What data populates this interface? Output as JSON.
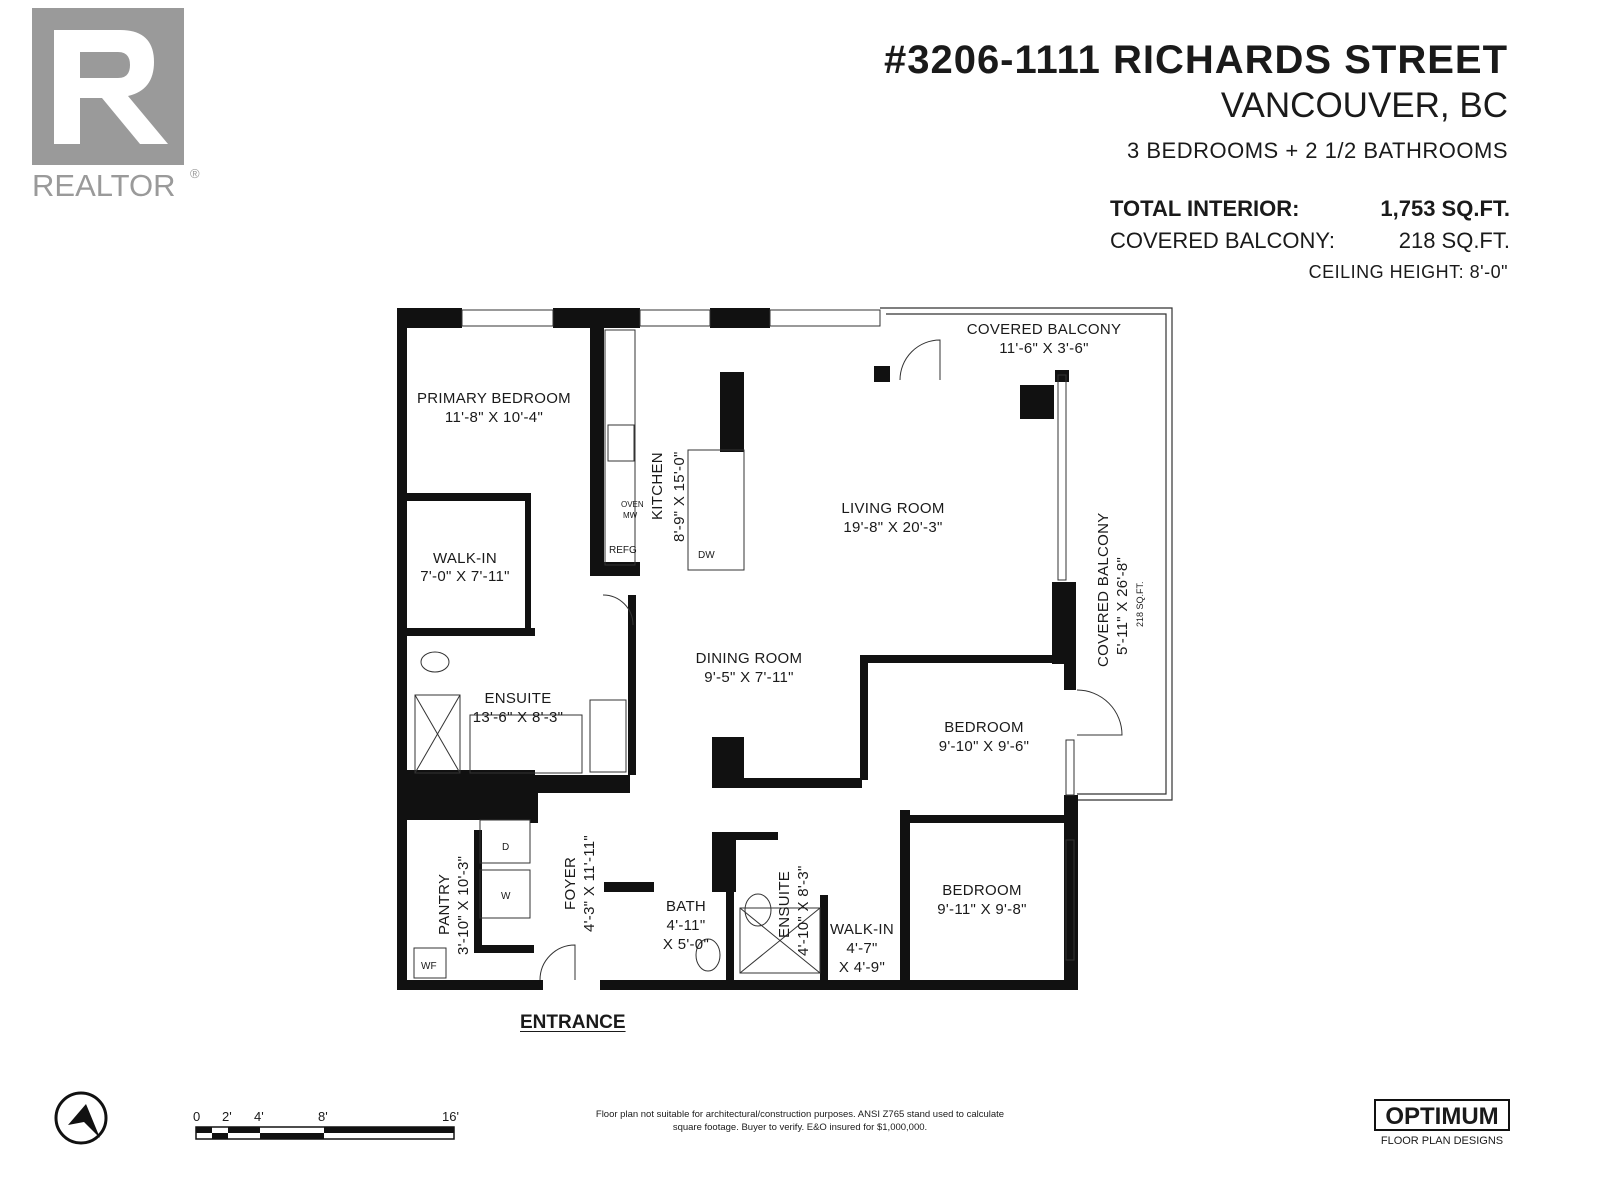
{
  "brand": {
    "logo_letter": "R",
    "logo_text": "REALTOR",
    "logo_mark": "®"
  },
  "header": {
    "address": "#3206-1111 RICHARDS STREET",
    "city": "VANCOUVER, BC",
    "summary": "3 BEDROOMS + 2 1/2 BATHROOMS",
    "areas": [
      {
        "label": "TOTAL INTERIOR:",
        "value": "1,753 SQ.FT.",
        "bold": true
      },
      {
        "label": "COVERED BALCONY:",
        "value": "218 SQ.FT.",
        "bold": false
      }
    ],
    "ceiling": "CEILING HEIGHT: 8'-0\""
  },
  "rooms": {
    "covered_balcony_top": {
      "name": "COVERED BALCONY",
      "dims": "11'-6\" X 3'-6\""
    },
    "primary_bedroom": {
      "name": "PRIMARY BEDROOM",
      "dims": "11'-8\" X 10'-4\""
    },
    "walk_in_primary": {
      "name": "WALK-IN",
      "dims": "7'-0\" X 7'-11\""
    },
    "kitchen": {
      "name": "KITCHEN",
      "dims": "8'-9\" X 15'-0\""
    },
    "living_room": {
      "name": "LIVING ROOM",
      "dims": "19'-8\" X 20'-3\""
    },
    "covered_balcony_side": {
      "name": "COVERED BALCONY",
      "dims": "5'-11\" X 26'-8\"",
      "area": "218 SQ.FT."
    },
    "dining_room": {
      "name": "DINING ROOM",
      "dims": "9'-5\" X 7'-11\""
    },
    "ensuite_primary": {
      "name": "ENSUITE",
      "dims": "13'-6\" X 8'-3\""
    },
    "bedroom_2": {
      "name": "BEDROOM",
      "dims": "9'-10\" X 9'-6\""
    },
    "bedroom_3": {
      "name": "BEDROOM",
      "dims": "9'-11\" X 9'-8\""
    },
    "pantry": {
      "name": "PANTRY",
      "dims": "3'-10\" X 10'-3\""
    },
    "foyer": {
      "name": "FOYER",
      "dims": "4'-3\" X 11'-11\""
    },
    "bath": {
      "name": "BATH",
      "dims1": "4'-11\"",
      "dims2": "X 5'-0\""
    },
    "ensuite_2": {
      "name": "ENSUITE",
      "dims": "4'-10\" X 8'-3\""
    },
    "walk_in_2": {
      "name": "WALK-IN",
      "dims1": "4'-7\"",
      "dims2": "X 4'-9\""
    }
  },
  "appliances": {
    "oven": "OVEN",
    "mw": "MW",
    "refrigerator": "REFG",
    "dishwasher": "DW",
    "dryer": "D",
    "washer": "W",
    "water_filter": "WF"
  },
  "entrance": "ENTRANCE",
  "scale": {
    "labels": [
      "0",
      "2'",
      "4'",
      "8'",
      "16'"
    ]
  },
  "compass_icon": "north-arrow-icon",
  "disclaimer": "Floor plan not suitable for architectural/construction purposes. ANSI Z765 stand used to calculate square footage. Buyer to verify. E&O insured for $1,000,000.",
  "designer": {
    "name": "OPTIMUM",
    "tagline": "FLOOR PLAN DESIGNS"
  },
  "colors": {
    "wall": "#111111",
    "logo_gray": "#9a9a9a",
    "text": "#1a1a1a"
  }
}
